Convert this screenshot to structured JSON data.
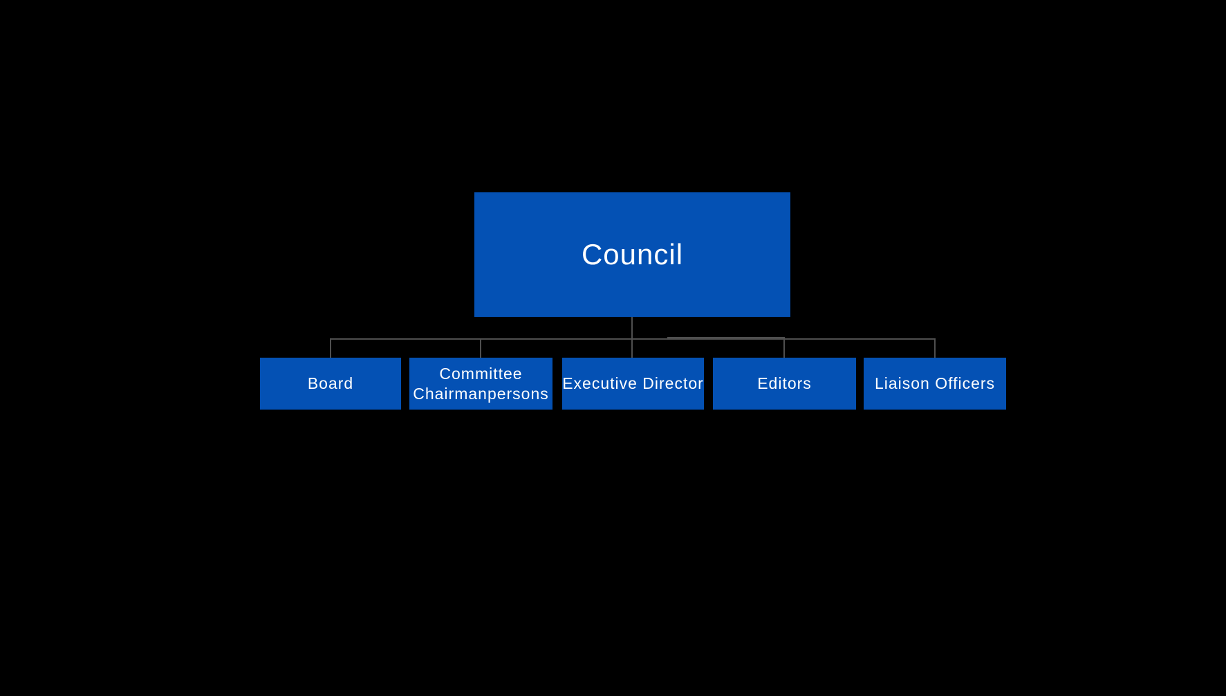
{
  "colors": {
    "background": "#000000",
    "node_fill": "#0451b4",
    "node_text": "#ffffff",
    "connector": "#4f4f4f"
  },
  "org_chart": {
    "type": "org-chart",
    "root": {
      "label": "Council"
    },
    "children": [
      {
        "label": "Board"
      },
      {
        "label": "Committee Chairmanpersons"
      },
      {
        "label": "Executive Director"
      },
      {
        "label": "Editors"
      },
      {
        "label": "Liaison Officers"
      }
    ]
  }
}
